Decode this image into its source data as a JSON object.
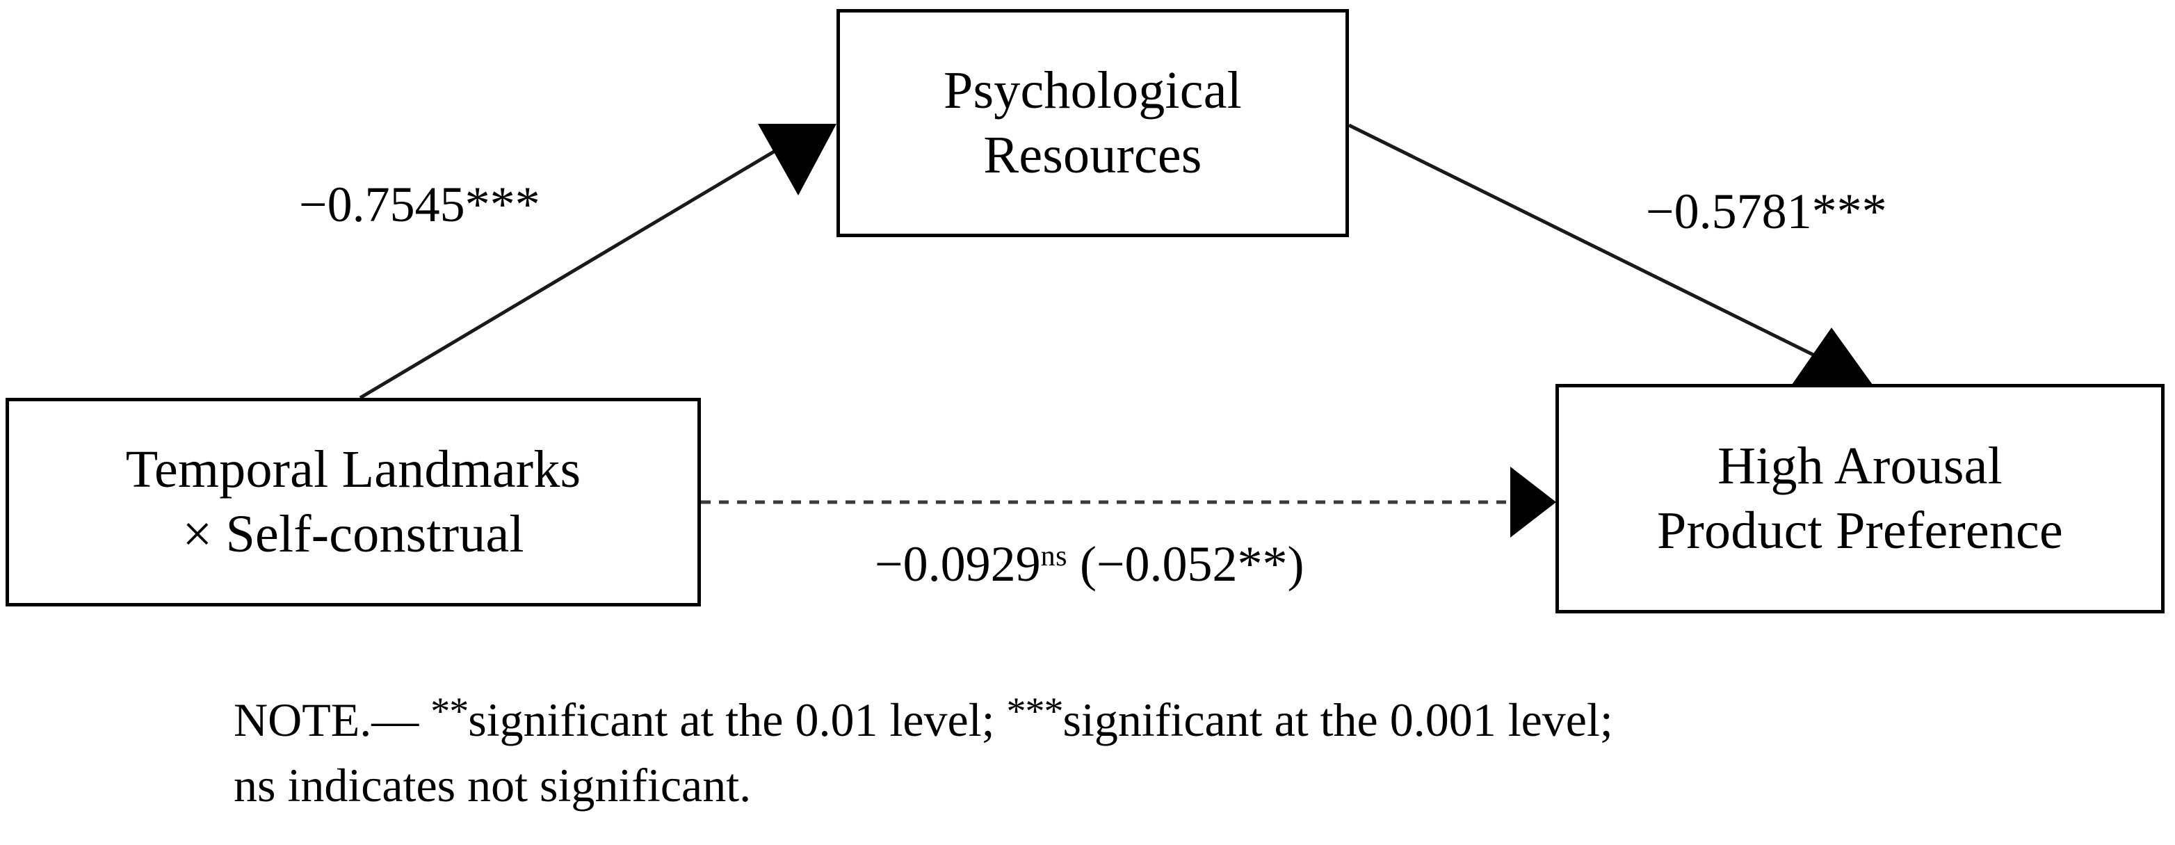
{
  "figure": {
    "type": "mediation-path-diagram",
    "background_color": "#ffffff",
    "ink_color": "#000000"
  },
  "nodes": {
    "predictor": {
      "name": "Temporal Landmarks × Self-construal",
      "line1": "Temporal Landmarks",
      "line2": "× Self-construal"
    },
    "mediator": {
      "name": "Psychological Resources",
      "line1": "Psychological",
      "line2": "Resources"
    },
    "outcome": {
      "name": "High Arousal Product Preference",
      "line1": "High Arousal",
      "line2": "Product Preference"
    }
  },
  "paths": {
    "a": {
      "from": "predictor",
      "to": "mediator",
      "coefficient": "−0.7545",
      "significance": "***",
      "label": "−0.7545***",
      "style": "solid"
    },
    "b": {
      "from": "mediator",
      "to": "outcome",
      "coefficient": "−0.5781",
      "significance": "***",
      "label": "−0.5781***",
      "style": "solid"
    },
    "c": {
      "from": "predictor",
      "to": "outcome",
      "coefficient": "−0.0929",
      "significance": "ns",
      "total_effect": "(−0.052**)",
      "label_main": "−0.0929",
      "label_sup": "ns",
      "label_paren": " (−0.052**)",
      "style": "dashed"
    }
  },
  "note": {
    "line1_prefix": "NOTE.—",
    "line1_stars_a": "**",
    "line1_text_a": "significant at the 0.01 level;",
    "line1_stars_b": "***",
    "line1_text_b": "significant at the 0.001 level;",
    "line2": "ns indicates not significant.",
    "full_text": "NOTE.— **significant at the 0.01 level; ***significant at the 0.001 level; ns indicates not significant."
  },
  "chart_data": {
    "type": "diagram",
    "title": "",
    "nodes": [
      {
        "id": "predictor",
        "label": "Temporal Landmarks × Self-construal"
      },
      {
        "id": "mediator",
        "label": "Psychological Resources"
      },
      {
        "id": "outcome",
        "label": "High Arousal Product Preference"
      }
    ],
    "edges": [
      {
        "from": "predictor",
        "to": "mediator",
        "value": -0.7545,
        "sig": "***",
        "style": "solid"
      },
      {
        "from": "mediator",
        "to": "outcome",
        "value": -0.5781,
        "sig": "***",
        "style": "solid"
      },
      {
        "from": "predictor",
        "to": "outcome",
        "value": -0.0929,
        "sig": "ns",
        "total_effect": -0.052,
        "total_effect_sig": "**",
        "style": "dashed"
      }
    ]
  }
}
